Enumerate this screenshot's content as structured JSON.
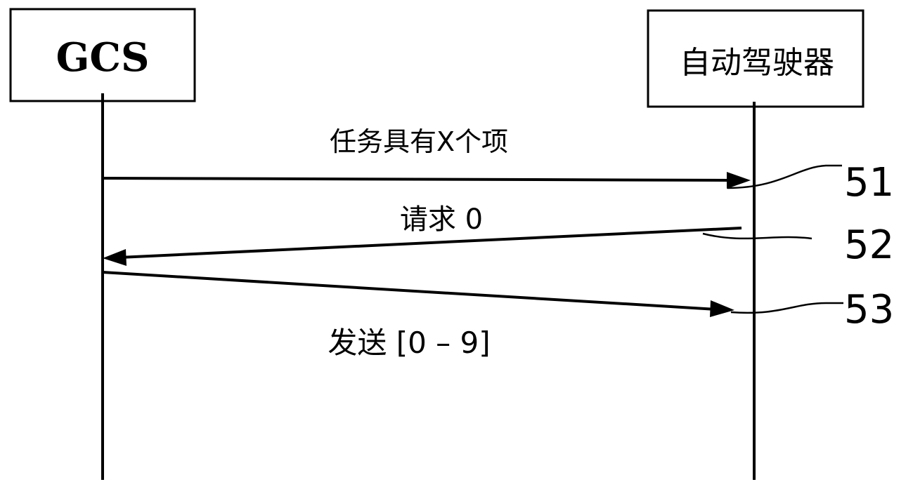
{
  "participants": {
    "left": {
      "label": "GCS"
    },
    "right": {
      "label": "自动驾驶器"
    }
  },
  "messages": [
    {
      "label": "任务具有X个项",
      "direction": "to-right",
      "ref": "51"
    },
    {
      "label": "请求 0",
      "direction": "to-left",
      "ref": "52"
    },
    {
      "label": "发送 [0 – 9]",
      "direction": "to-right",
      "ref": "53"
    }
  ],
  "colors": {
    "ink": "#000000",
    "background": "#ffffff"
  }
}
